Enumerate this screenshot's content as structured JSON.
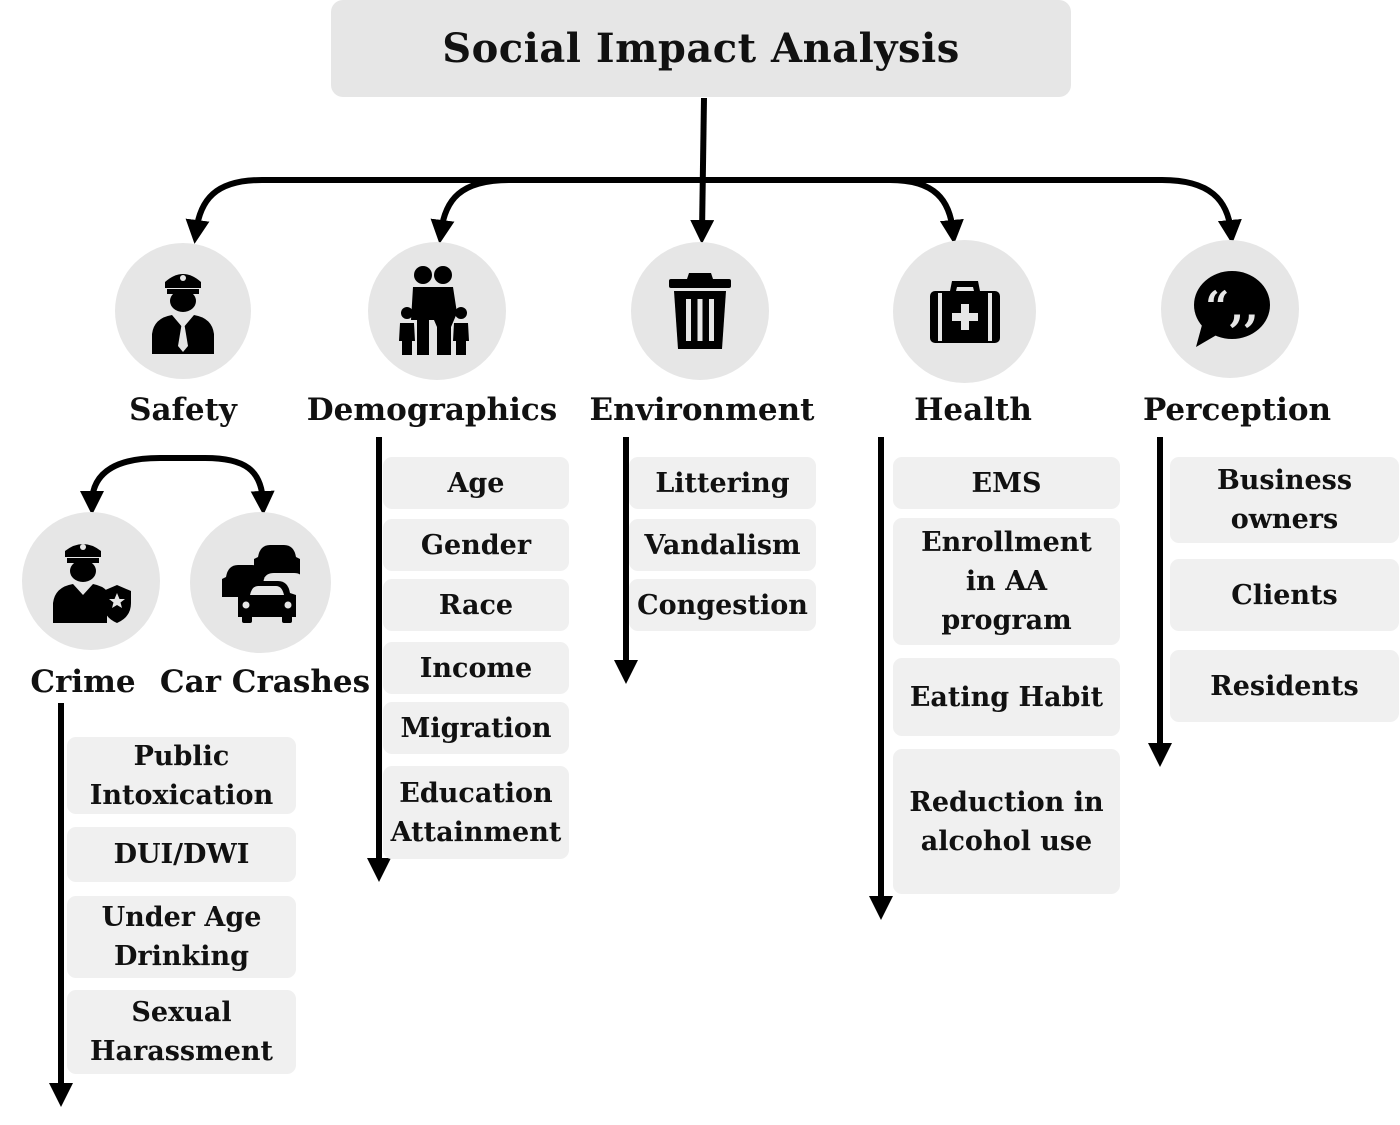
{
  "title": "Social Impact Analysis",
  "categories": {
    "safety": {
      "label": "Safety",
      "icon": "police-officer-icon",
      "subcategories": {
        "crime": {
          "label": "Crime",
          "icon": "officer-badge-icon"
        },
        "car_crashes": {
          "label": "Car Crashes",
          "icon": "traffic-cars-icon"
        }
      },
      "items": [
        "Public Intoxication",
        "DUI/DWI",
        "Under Age Drinking",
        "Sexual Harassment"
      ]
    },
    "demographics": {
      "label": "Demographics",
      "icon": "family-icon",
      "items": [
        "Age",
        "Gender",
        "Race",
        "Income",
        "Migration",
        "Education Attainment"
      ]
    },
    "environment": {
      "label": "Environment",
      "icon": "trash-can-icon",
      "items": [
        "Littering",
        "Vandalism",
        "Congestion"
      ]
    },
    "health": {
      "label": "Health",
      "icon": "first-aid-kit-icon",
      "items": [
        "EMS",
        "Enrollment in AA program",
        "Eating Habit",
        "Reduction in alcohol use"
      ]
    },
    "perception": {
      "label": "Perception",
      "icon": "quote-speech-bubble-icon",
      "items": [
        "Business owners",
        "Clients",
        "Residents"
      ]
    }
  },
  "colors": {
    "box_fill": "#e6e6e6",
    "item_fill": "#f0f0f0",
    "line": "#000000",
    "icon": "#000000"
  }
}
